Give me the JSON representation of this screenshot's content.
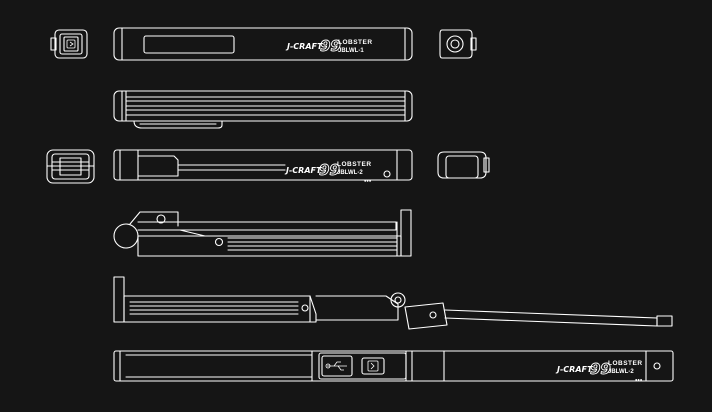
{
  "product": {
    "brand": "J-CRAFT",
    "brand_number": "99",
    "name": "LOBSTER",
    "model_1": "JBLWL-1",
    "model_2": "JBLWL-2",
    "model_2_dots": "●●●"
  },
  "colors": {
    "background": "#151515",
    "line": "#ffffff"
  },
  "icons": {
    "port_icon": "usb-port-icon",
    "button_icon": "power-button-icon"
  }
}
